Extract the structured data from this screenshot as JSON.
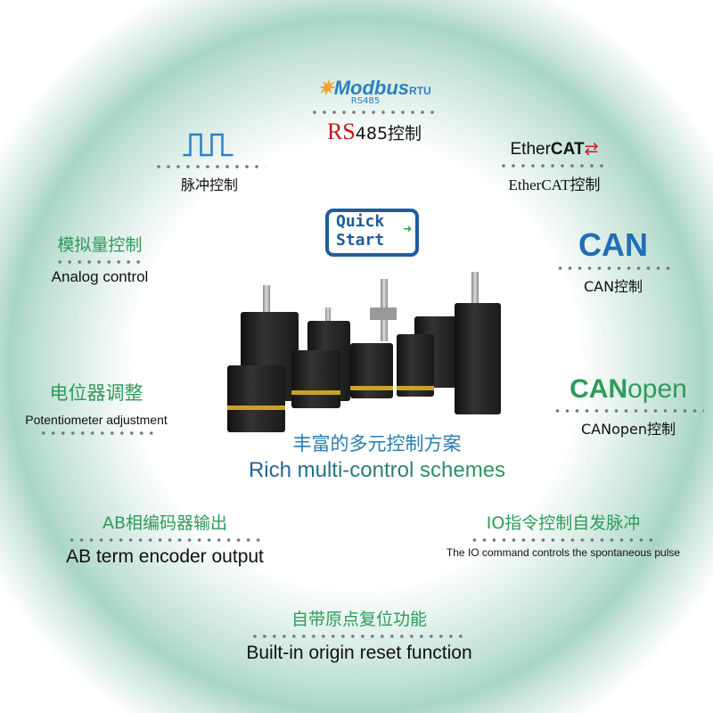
{
  "modbus": {
    "logo": "Modbus",
    "logo_sub": "RTU",
    "logo_small": "RS485",
    "label_red": "RS",
    "label_rest": "485控制"
  },
  "pulse": {
    "icon": "square-wave-icon",
    "label": "脉冲控制"
  },
  "ethercat": {
    "logo_a": "Ether",
    "logo_b": "CAT",
    "label": "EtherCAT控制"
  },
  "quickstart": {
    "line1": "Quick",
    "line2": "Start"
  },
  "analog": {
    "cn": "模拟量控制",
    "en": "Analog control"
  },
  "can": {
    "logo": "CAN",
    "label": "CAN控制"
  },
  "potentiometer": {
    "cn": "电位器调整",
    "en": "Potentiometer adjustment"
  },
  "canopen": {
    "logo_a": "CAN",
    "logo_b": "open",
    "label": "CANopen控制"
  },
  "center": {
    "cn": "丰富的多元控制方案",
    "en": "Rich multi-control schemes"
  },
  "encoder": {
    "cn": "AB相编码器输出",
    "en": "AB term encoder output"
  },
  "io": {
    "cn": "IO指令控制自发脉冲",
    "en": "The IO command controls the spontaneous pulse"
  },
  "origin": {
    "cn": "自带原点复位功能",
    "en": "Built-in origin reset function"
  },
  "colors": {
    "green": "#2f9a5a",
    "blue": "#1f6fb5",
    "red": "#c0171c"
  }
}
